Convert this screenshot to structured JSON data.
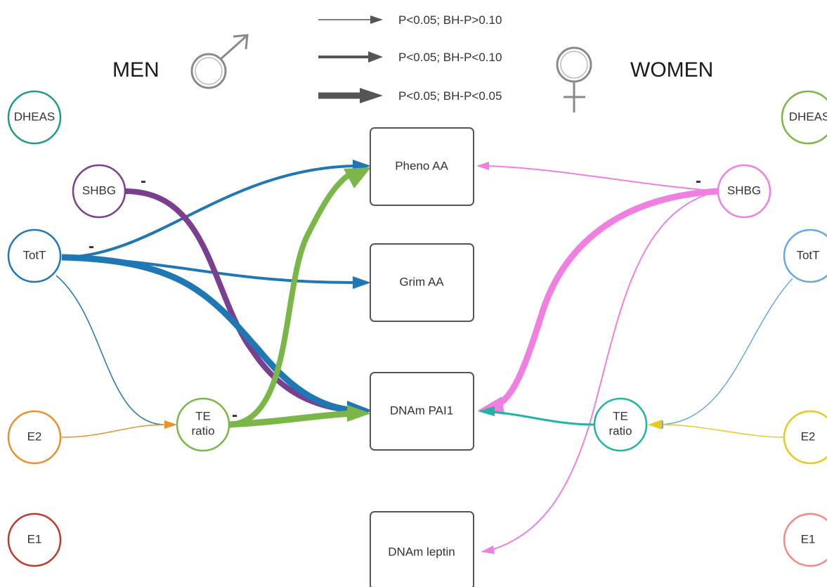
{
  "legend": {
    "items": [
      {
        "label": "P<0.05; BH-P>0.10"
      },
      {
        "label": "P<0.05; BH-P<0.10"
      },
      {
        "label": "P<0.05; BH-P<0.05"
      }
    ],
    "color": "#555555"
  },
  "sides": {
    "men": {
      "label": "MEN",
      "symbol": "male-symbol-icon"
    },
    "women": {
      "label": "WOMEN",
      "symbol": "female-symbol-icon"
    }
  },
  "outcomes": {
    "pheno": "Pheno AA",
    "grim": "Grim AA",
    "pai1": "DNAm PAI1",
    "leptin": "DNAm leptin"
  },
  "men_nodes": {
    "dheas": {
      "label": "DHEAS",
      "color": "#1f9a8a"
    },
    "shbg": {
      "label": "SHBG",
      "color": "#7b3f8f"
    },
    "tott": {
      "label": "TotT",
      "color": "#1f78b4"
    },
    "e2": {
      "label": "E2",
      "color": "#e8912d"
    },
    "te_line1": "TE",
    "te_line2": "ratio",
    "te_color": "#7ab648",
    "e1": {
      "label": "E1",
      "color": "#c0392b"
    }
  },
  "women_nodes": {
    "dheas": {
      "label": "DHEAS",
      "color": "#7ab648"
    },
    "shbg": {
      "label": "SHBG",
      "color": "#ef7fe0"
    },
    "tott": {
      "label": "TotT",
      "color": "#6aa8e0"
    },
    "e2": {
      "label": "E2",
      "color": "#e8c91e"
    },
    "te_line1": "TE",
    "te_line2": "ratio",
    "te_color": "#1fb5a5",
    "e1": {
      "label": "E1",
      "color": "#f08c84"
    }
  },
  "negative_sign": "-",
  "edges": {
    "men": [
      {
        "from": "SHBG",
        "to": "DNAm PAI1",
        "level": 3,
        "color": "#7b3f8f",
        "sign": "-"
      },
      {
        "from": "TotT",
        "to": "Pheno AA",
        "level": 2,
        "color": "#1f78b4",
        "sign": "-"
      },
      {
        "from": "TotT",
        "to": "Grim AA",
        "level": 2,
        "color": "#1f78b4"
      },
      {
        "from": "TotT",
        "to": "DNAm PAI1",
        "level": 3,
        "color": "#1f78b4"
      },
      {
        "from": "TotT",
        "to": "TE ratio",
        "level": 1,
        "color": "#1f78b4"
      },
      {
        "from": "E2",
        "to": "TE ratio",
        "level": 1,
        "color": "#e8912d"
      },
      {
        "from": "TE ratio",
        "to": "Pheno AA",
        "level": 3,
        "color": "#7ab648"
      },
      {
        "from": "TE ratio",
        "to": "DNAm PAI1",
        "level": 3,
        "color": "#7ab648",
        "sign": "-"
      }
    ],
    "women": [
      {
        "from": "SHBG",
        "to": "Pheno AA",
        "level": 1,
        "color": "#ef7fe0",
        "sign": "-"
      },
      {
        "from": "SHBG",
        "to": "DNAm PAI1",
        "level": 3,
        "color": "#ef7fe0"
      },
      {
        "from": "SHBG",
        "to": "DNAm leptin",
        "level": 1,
        "color": "#ef7fe0"
      },
      {
        "from": "TE ratio",
        "to": "DNAm PAI1",
        "level": 2,
        "color": "#1fb5a5"
      },
      {
        "from": "TotT",
        "to": "TE ratio",
        "level": 1,
        "color": "#6aa8e0"
      },
      {
        "from": "E2",
        "to": "TE ratio",
        "level": 1,
        "color": "#e8c91e"
      }
    ]
  }
}
